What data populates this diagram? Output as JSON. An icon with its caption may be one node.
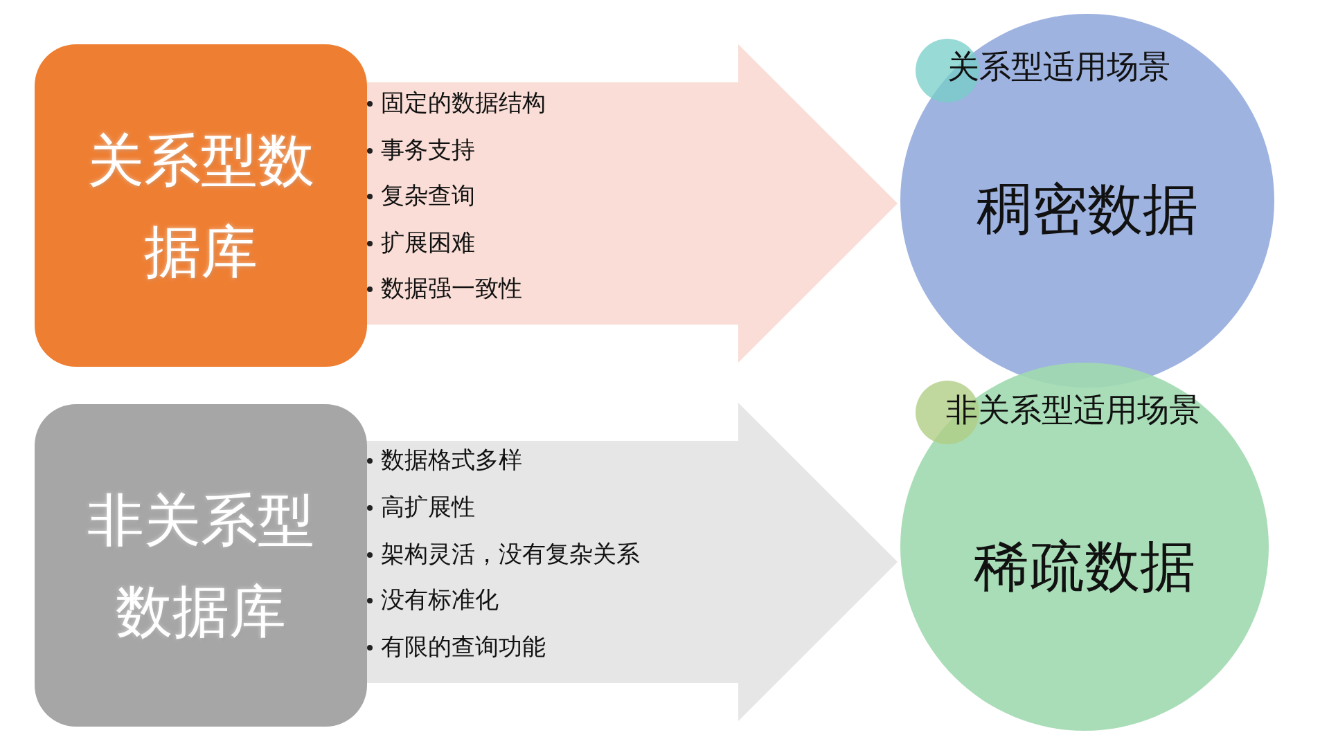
{
  "diagram": {
    "nodes": [
      {
        "text": [
          "关系型数据库"
        ]
      },
      {
        "text": [
          "关系型适用场景",
          "稠密数据"
        ]
      },
      {
        "text": [
          "非关系型数据库"
        ]
      },
      {
        "text": [
          "非关系型适用场景",
          "稀疏数据"
        ]
      }
    ],
    "edges": [
      {
        "from": 0,
        "to": 1,
        "arrow": "to",
        "style": "thick",
        "color": "#f9ddd6"
      },
      {
        "from": 2,
        "to": 3,
        "arrow": "to",
        "style": "thick",
        "color": "#e6e6e6"
      }
    ],
    "labels": [
      "固定的数据结构",
      "事务支持",
      "复杂查询",
      "扩展困难",
      "数据强一致性",
      "数据格式多样",
      "高扩展性",
      "架构灵活，没有复杂关系",
      "没有标准化",
      "有限的查询功能"
    ]
  }
}
